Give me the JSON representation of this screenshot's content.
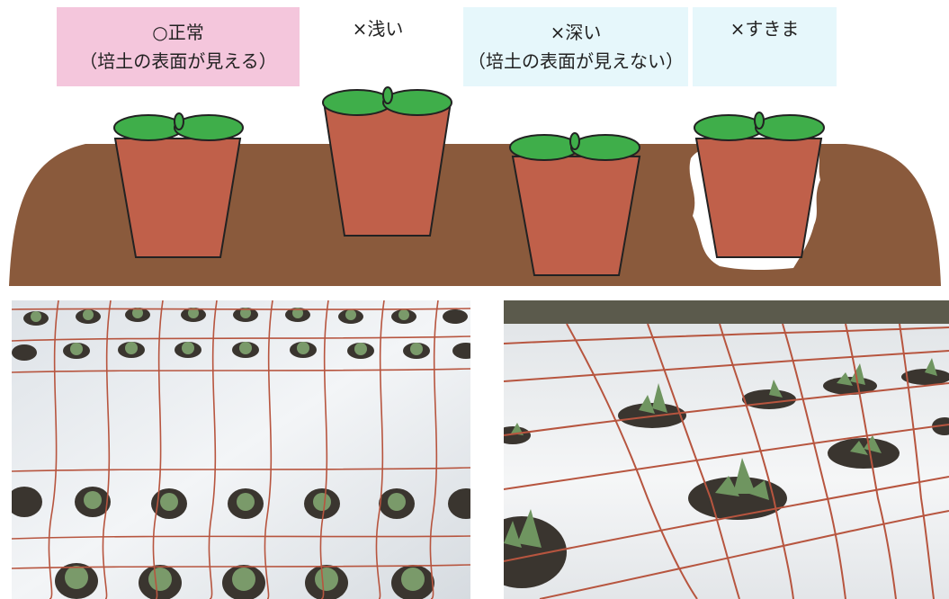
{
  "labels": {
    "normal": {
      "line1": "○正常",
      "line2": "（培土の表面が見える）"
    },
    "shallow": {
      "line1": "×浅い"
    },
    "deep": {
      "line1": "×深い",
      "line2": "（培土の表面が見えない）"
    },
    "gap": {
      "line1": "×すきま"
    }
  },
  "colors": {
    "soil": "#8a5a3c",
    "pot": "#c0604a",
    "leaf": "#3fae4a",
    "gap": "#ffffff",
    "mulch": "#e9edf1",
    "string": "#b7553f",
    "label_pink": "#f4c6dc",
    "label_cyan": "#e6f7fb"
  },
  "photos": {
    "left": {
      "subject": "seedlings-in-mulch-grid-overhead"
    },
    "right": {
      "subject": "seedlings-in-mulch-grid-angled"
    }
  }
}
